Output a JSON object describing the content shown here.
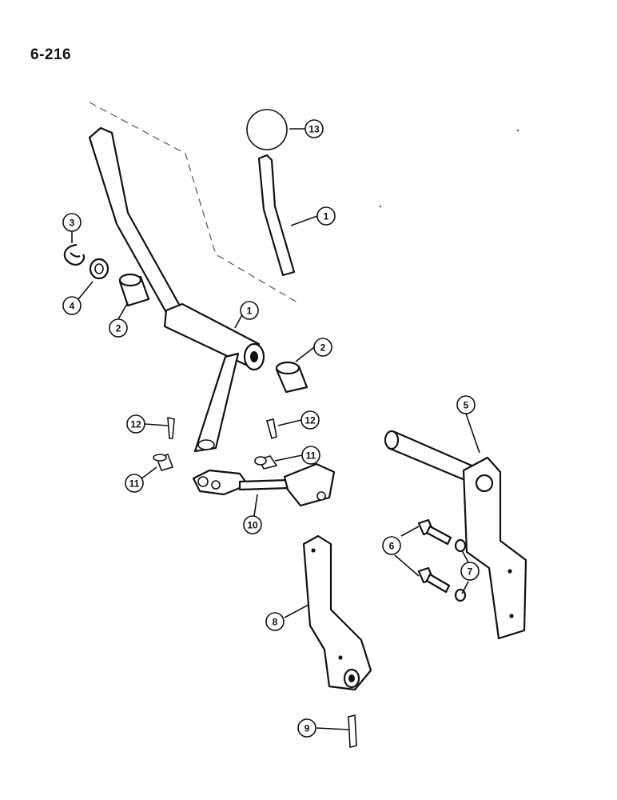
{
  "page": {
    "number": "6-216"
  },
  "callouts": [
    {
      "id": "c13",
      "label": "13"
    },
    {
      "id": "c1a",
      "label": "1"
    },
    {
      "id": "c3",
      "label": "3"
    },
    {
      "id": "c4",
      "label": "4"
    },
    {
      "id": "c2a",
      "label": "2"
    },
    {
      "id": "c1b",
      "label": "1"
    },
    {
      "id": "c2b",
      "label": "2"
    },
    {
      "id": "c5",
      "label": "5"
    },
    {
      "id": "c12a",
      "label": "12"
    },
    {
      "id": "c12b",
      "label": "12"
    },
    {
      "id": "c11a",
      "label": "11"
    },
    {
      "id": "c11b",
      "label": "11"
    },
    {
      "id": "c10",
      "label": "10"
    },
    {
      "id": "c6",
      "label": "6"
    },
    {
      "id": "c7",
      "label": "7"
    },
    {
      "id": "c8",
      "label": "8"
    },
    {
      "id": "c9",
      "label": "9"
    }
  ]
}
